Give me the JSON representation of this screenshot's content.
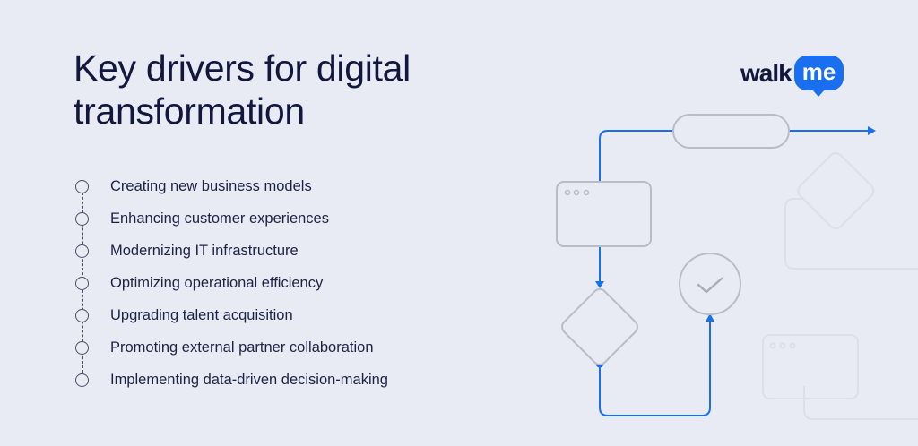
{
  "header": {
    "title_line1": "Key drivers for digital",
    "title_line2": "transformation"
  },
  "logo": {
    "part1": "walk",
    "part2": "me"
  },
  "drivers": [
    {
      "label": "Creating new business models"
    },
    {
      "label": "Enhancing customer experiences"
    },
    {
      "label": "Modernizing IT infrastructure"
    },
    {
      "label": "Optimizing operational efficiency"
    },
    {
      "label": "Upgrading talent acquisition"
    },
    {
      "label": "Promoting external partner collaboration"
    },
    {
      "label": "Implementing data-driven decision-making"
    }
  ],
  "colors": {
    "background": "#e8ebf3",
    "text": "#12173d",
    "accent": "#1a6ff0",
    "shape_stroke": "#b8bcc6",
    "faint_stroke": "#dcdfe6"
  },
  "icons": {
    "bullet": "circle-outline",
    "check": "checkmark-icon",
    "arrow": "arrow-right-icon"
  }
}
